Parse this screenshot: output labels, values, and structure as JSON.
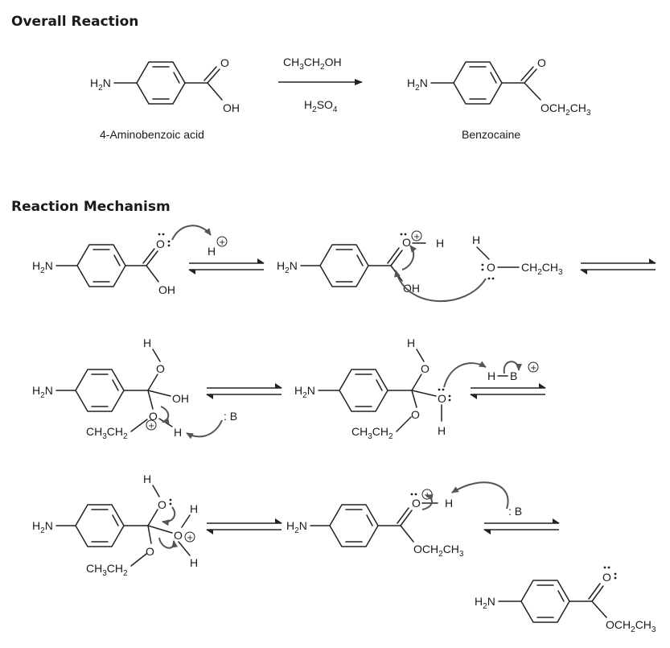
{
  "headings": {
    "overall": "Overall Reaction",
    "mechanism": "Reaction Mechanism"
  },
  "overall": {
    "reactant_name": "4-Aminobenzoic acid",
    "product_name": "Benzocaine",
    "reagent_top": "CH3CH2OH",
    "reagent_bottom": "H2SO4"
  },
  "atoms": {
    "amine": "H2N",
    "O": "O",
    "OH": "OH",
    "H": "H",
    "ethoxy": "OCH2CH3",
    "ethyl": "CH3CH2",
    "ethyl_right": "CH2CH3",
    "base": "B",
    "charge": "+"
  },
  "colors": {
    "ink": "#1a1a1a",
    "arrow": "#555555"
  }
}
